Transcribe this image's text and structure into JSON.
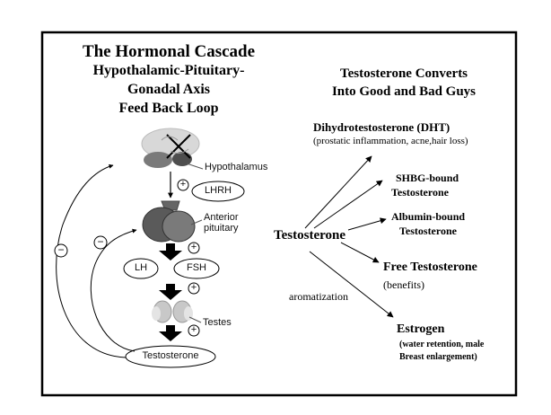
{
  "left": {
    "title": "The Hormonal Cascade",
    "subtitle_1": "Hypothalamic-Pituitary-",
    "subtitle_2": "Gonadal Axis",
    "subtitle_3": "Feed Back Loop",
    "hypothalamus": "Hypothalamus",
    "lhrh": "LHRH",
    "anterior_1": "Anterior",
    "anterior_2": "pituitary",
    "lh": "LH",
    "fsh": "FSH",
    "testes": "Testes",
    "testosterone_oval": "Testosterone",
    "plus": "+",
    "minus": "−"
  },
  "right": {
    "title_1": "Testosterone Converts",
    "title_2": "Into Good and Bad Guys",
    "source": "Testosterone",
    "dht_title": "Dihydrotestosterone (DHT)",
    "dht_note": "(prostatic inflammation, acne,hair loss)",
    "shbg_1": "SHBG-bound",
    "shbg_2": "Testosterone",
    "albumin_1": "Albumin-bound",
    "albumin_2": "Testosterone",
    "free_title": "Free Testosterone",
    "free_note": "(benefits)",
    "aromatization": "aromatization",
    "estrogen_title": "Estrogen",
    "estrogen_note_1": "(water retention, male",
    "estrogen_note_2": "Breast enlargement)"
  }
}
